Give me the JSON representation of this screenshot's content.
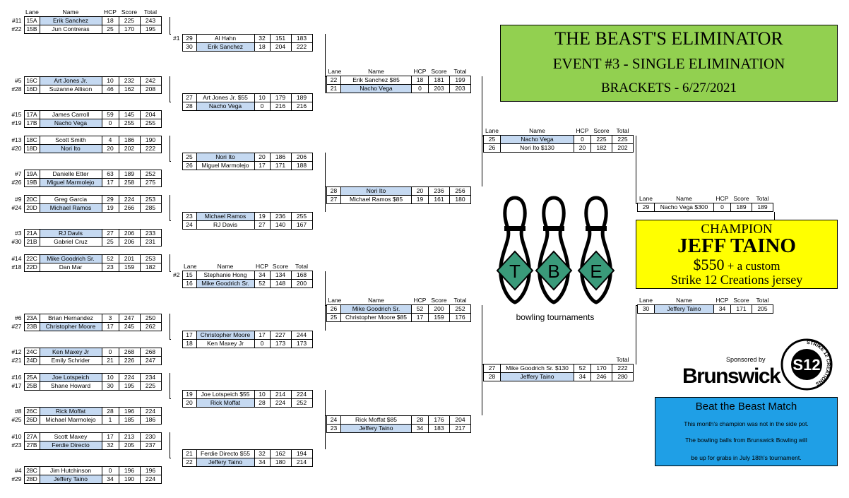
{
  "header": {
    "title": "THE BEAST'S ELIMINATOR",
    "event": "EVENT #3 - SINGLE ELIMINATION",
    "brackets": "BRACKETS - 6/27/2021"
  },
  "columns": {
    "lane": "Lane",
    "name": "Name",
    "hcp": "HCP",
    "score": "Score",
    "total": "Total"
  },
  "champion": {
    "label": "CHAMPION",
    "name": "JEFF TAINO",
    "prize_line1": "$550",
    "prize_line1_suffix": " + a custom",
    "prize_line2": "Strike 12 Creations jersey"
  },
  "logo": {
    "letters": [
      "T",
      "B",
      "E"
    ],
    "subtitle": "bowling tournaments"
  },
  "sponsor": {
    "label": "Sponsored by",
    "brand": "Brunswick",
    "badge_text": "S12",
    "badge_ring": "STRIKE 12 CREATIONS"
  },
  "beast_match": {
    "title": "Beat the Beast Match",
    "line1": "This month's champion was not in the side pot.",
    "line2": "The bowling balls from Brunswick Bowling will",
    "line3": "be up for grabs in July 18th's tournament."
  },
  "matches": [
    {
      "header": true,
      "players": [
        {
          "seed": "#11",
          "lane": "15A",
          "name": "Erik Sanchez",
          "hcp": "18",
          "score": "225",
          "total": "243",
          "hl": true
        },
        {
          "seed": "#22",
          "lane": "15B",
          "name": "Jun Contreras",
          "hcp": "25",
          "score": "170",
          "total": "195",
          "hl": false
        }
      ]
    },
    {
      "players": [
        {
          "seed": "#5",
          "lane": "16C",
          "name": "Art Jones Jr.",
          "hcp": "10",
          "score": "232",
          "total": "242",
          "hl": true
        },
        {
          "seed": "#28",
          "lane": "16D",
          "name": "Suzanne Allison",
          "hcp": "46",
          "score": "162",
          "total": "208",
          "hl": false
        }
      ]
    },
    {
      "players": [
        {
          "seed": "#15",
          "lane": "17A",
          "name": "James Carroll",
          "hcp": "59",
          "score": "145",
          "total": "204",
          "hl": false
        },
        {
          "seed": "#19",
          "lane": "17B",
          "name": "Nacho Vega",
          "hcp": "0",
          "score": "255",
          "total": "255",
          "hl": true
        }
      ]
    },
    {
      "players": [
        {
          "seed": "#13",
          "lane": "18C",
          "name": "Scott Smith",
          "hcp": "4",
          "score": "186",
          "total": "190",
          "hl": false
        },
        {
          "seed": "#20",
          "lane": "18D",
          "name": "Nori Ito",
          "hcp": "20",
          "score": "202",
          "total": "222",
          "hl": true
        }
      ]
    },
    {
      "players": [
        {
          "seed": "#7",
          "lane": "19A",
          "name": "Danielle Etter",
          "hcp": "63",
          "score": "189",
          "total": "252",
          "hl": false
        },
        {
          "seed": "#26",
          "lane": "19B",
          "name": "Miguel Marmolejo",
          "hcp": "17",
          "score": "258",
          "total": "275",
          "hl": true
        }
      ]
    },
    {
      "players": [
        {
          "seed": "#9",
          "lane": "20C",
          "name": "Greg Garcia",
          "hcp": "29",
          "score": "224",
          "total": "253",
          "hl": false
        },
        {
          "seed": "#24",
          "lane": "20D",
          "name": "Michael Ramos",
          "hcp": "19",
          "score": "266",
          "total": "285",
          "hl": true
        }
      ]
    },
    {
      "players": [
        {
          "seed": "#3",
          "lane": "21A",
          "name": "RJ Davis",
          "hcp": "27",
          "score": "206",
          "total": "233",
          "hl": true
        },
        {
          "seed": "#30",
          "lane": "21B",
          "name": "Gabriel Cruz",
          "hcp": "25",
          "score": "206",
          "total": "231",
          "hl": false
        }
      ]
    },
    {
      "players": [
        {
          "seed": "#14",
          "lane": "22C",
          "name": "Mike Goodrich Sr.",
          "hcp": "52",
          "score": "201",
          "total": "253",
          "hl": true
        },
        {
          "seed": "#18",
          "lane": "22D",
          "name": "Dan Mar",
          "hcp": "23",
          "score": "159",
          "total": "182",
          "hl": false
        }
      ]
    },
    {
      "players": [
        {
          "seed": "#6",
          "lane": "23A",
          "name": "Brian Hernandez",
          "hcp": "3",
          "score": "247",
          "total": "250",
          "hl": false
        },
        {
          "seed": "#27",
          "lane": "23B",
          "name": "Christopher Moore",
          "hcp": "17",
          "score": "245",
          "total": "262",
          "hl": true
        }
      ]
    },
    {
      "players": [
        {
          "seed": "#12",
          "lane": "24C",
          "name": "Ken Maxey Jr",
          "hcp": "0",
          "score": "268",
          "total": "268",
          "hl": true
        },
        {
          "seed": "#21",
          "lane": "24D",
          "name": "Emily Schrider",
          "hcp": "21",
          "score": "226",
          "total": "247",
          "hl": false
        }
      ]
    },
    {
      "players": [
        {
          "seed": "#16",
          "lane": "25A",
          "name": "Joe Lotspeich",
          "hcp": "10",
          "score": "224",
          "total": "234",
          "hl": true
        },
        {
          "seed": "#17",
          "lane": "25B",
          "name": "Shane Howard",
          "hcp": "30",
          "score": "195",
          "total": "225",
          "hl": false
        }
      ]
    },
    {
      "players": [
        {
          "seed": "#8",
          "lane": "26C",
          "name": "Rick Moffat",
          "hcp": "28",
          "score": "196",
          "total": "224",
          "hl": true
        },
        {
          "seed": "#25",
          "lane": "26D",
          "name": "Michael Marmolejo",
          "hcp": "1",
          "score": "185",
          "total": "186",
          "hl": false
        }
      ]
    },
    {
      "players": [
        {
          "seed": "#10",
          "lane": "27A",
          "name": "Scott Maxey",
          "hcp": "17",
          "score": "213",
          "total": "230",
          "hl": false
        },
        {
          "seed": "#23",
          "lane": "27B",
          "name": "Ferdie Directo",
          "hcp": "32",
          "score": "205",
          "total": "237",
          "hl": true
        }
      ]
    },
    {
      "players": [
        {
          "seed": "#4",
          "lane": "28C",
          "name": "Jim Hutchinson",
          "hcp": "0",
          "score": "196",
          "total": "196",
          "hl": false
        },
        {
          "seed": "#29",
          "lane": "28D",
          "name": "Jeffery Taino",
          "hcp": "34",
          "score": "190",
          "total": "224",
          "hl": true
        }
      ]
    },
    {
      "players": [
        {
          "seed": "#1",
          "lane": "29",
          "name": "Al Hahn",
          "hcp": "32",
          "score": "151",
          "total": "183",
          "hl": false
        },
        {
          "seed": "",
          "lane": "30",
          "name": "Erik Sanchez",
          "hcp": "18",
          "score": "204",
          "total": "222",
          "hl": true
        }
      ]
    },
    {
      "players": [
        {
          "seed": "",
          "lane": "27",
          "name": "Art Jones Jr. $55",
          "hcp": "10",
          "score": "179",
          "total": "189",
          "hl": false
        },
        {
          "seed": "",
          "lane": "28",
          "name": "Nacho Vega",
          "hcp": "0",
          "score": "216",
          "total": "216",
          "hl": true
        }
      ]
    },
    {
      "players": [
        {
          "seed": "",
          "lane": "25",
          "name": "Nori Ito",
          "hcp": "20",
          "score": "186",
          "total": "206",
          "hl": true
        },
        {
          "seed": "",
          "lane": "26",
          "name": "Miguel Marmolejo",
          "hcp": "17",
          "score": "171",
          "total": "188",
          "hl": false
        }
      ]
    },
    {
      "players": [
        {
          "seed": "",
          "lane": "23",
          "name": "Michael Ramos",
          "hcp": "19",
          "score": "236",
          "total": "255",
          "hl": true
        },
        {
          "seed": "",
          "lane": "24",
          "name": "RJ Davis",
          "hcp": "27",
          "score": "140",
          "total": "167",
          "hl": false
        }
      ]
    },
    {
      "header": true,
      "players": [
        {
          "seed": "#2",
          "lane": "15",
          "name": "Stephanie Hong",
          "hcp": "34",
          "score": "134",
          "total": "168",
          "hl": false
        },
        {
          "seed": "",
          "lane": "16",
          "name": "Mike Goodrich Sr.",
          "hcp": "52",
          "score": "148",
          "total": "200",
          "hl": true
        }
      ]
    },
    {
      "players": [
        {
          "seed": "",
          "lane": "17",
          "name": "Christopher Moore",
          "hcp": "17",
          "score": "227",
          "total": "244",
          "hl": true
        },
        {
          "seed": "",
          "lane": "18",
          "name": "Ken Maxey Jr",
          "hcp": "0",
          "score": "173",
          "total": "173",
          "hl": false
        }
      ]
    },
    {
      "players": [
        {
          "seed": "",
          "lane": "19",
          "name": "Joe Lotspeich $55",
          "hcp": "10",
          "score": "214",
          "total": "224",
          "hl": false
        },
        {
          "seed": "",
          "lane": "20",
          "name": "Rick Moffat",
          "hcp": "28",
          "score": "224",
          "total": "252",
          "hl": true
        }
      ]
    },
    {
      "players": [
        {
          "seed": "",
          "lane": "21",
          "name": "Ferdie Directo $55",
          "hcp": "32",
          "score": "162",
          "total": "194",
          "hl": false
        },
        {
          "seed": "",
          "lane": "22",
          "name": "Jeffery Taino",
          "hcp": "34",
          "score": "180",
          "total": "214",
          "hl": true
        }
      ]
    },
    {
      "header": true,
      "players": [
        {
          "seed": "",
          "lane": "22",
          "name": "Erik Sanchez $85",
          "hcp": "18",
          "score": "181",
          "total": "199",
          "hl": false
        },
        {
          "seed": "",
          "lane": "21",
          "name": "Nacho Vega",
          "hcp": "0",
          "score": "203",
          "total": "203",
          "hl": true
        }
      ]
    },
    {
      "players": [
        {
          "seed": "",
          "lane": "28",
          "name": "Nori Ito",
          "hcp": "20",
          "score": "236",
          "total": "256",
          "hl": true
        },
        {
          "seed": "",
          "lane": "27",
          "name": "Michael Ramos $85",
          "hcp": "19",
          "score": "161",
          "total": "180",
          "hl": false
        }
      ]
    },
    {
      "header": true,
      "players": [
        {
          "seed": "",
          "lane": "26",
          "name": "Mike Goodrich Sr.",
          "hcp": "52",
          "score": "200",
          "total": "252",
          "hl": true
        },
        {
          "seed": "",
          "lane": "25",
          "name": "Christopher Moore $85",
          "hcp": "17",
          "score": "159",
          "total": "176",
          "hl": false
        }
      ]
    },
    {
      "players": [
        {
          "seed": "",
          "lane": "24",
          "name": "Rick Moffat $85",
          "hcp": "28",
          "score": "176",
          "total": "204",
          "hl": false
        },
        {
          "seed": "",
          "lane": "23",
          "name": "Jeffery Taino",
          "hcp": "34",
          "score": "183",
          "total": "217",
          "hl": true
        }
      ]
    },
    {
      "header": true,
      "players": [
        {
          "seed": "",
          "lane": "25",
          "name": "Nacho Vega",
          "hcp": "0",
          "score": "225",
          "total": "225",
          "hl": true
        },
        {
          "seed": "",
          "lane": "26",
          "name": "Nori Ito $130",
          "hcp": "20",
          "score": "182",
          "total": "202",
          "hl": false
        }
      ]
    },
    {
      "header": "partial",
      "players": [
        {
          "seed": "",
          "lane": "27",
          "name": "Mike Goodrich Sr. $130",
          "hcp": "52",
          "score": "170",
          "total": "222",
          "hl": false
        },
        {
          "seed": "",
          "lane": "28",
          "name": "Jeffery Taino",
          "hcp": "34",
          "score": "246",
          "total": "280",
          "hl": true
        }
      ]
    },
    {
      "header": true,
      "players": [
        {
          "seed": "",
          "lane": "29",
          "name": "Nacho Vega $300",
          "hcp": "0",
          "score": "189",
          "total": "189",
          "hl": false
        }
      ]
    },
    {
      "header": true,
      "players": [
        {
          "seed": "",
          "lane": "30",
          "name": "Jeffery Taino",
          "hcp": "34",
          "score": "171",
          "total": "205",
          "hl": true
        }
      ]
    }
  ]
}
